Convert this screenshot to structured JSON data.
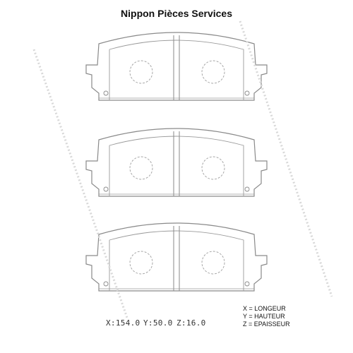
{
  "header": {
    "brand": "Nippon Pièces Services"
  },
  "dimensions": {
    "x": "X:154.0",
    "y": "Y:50.0",
    "z": "Z:16.0"
  },
  "legend": [
    "X = LONGEUR",
    "Y = HAUTEUR",
    "Z = EPAISSEUR"
  ],
  "colors": {
    "line": "#8a8a8a",
    "text": "#111111"
  }
}
